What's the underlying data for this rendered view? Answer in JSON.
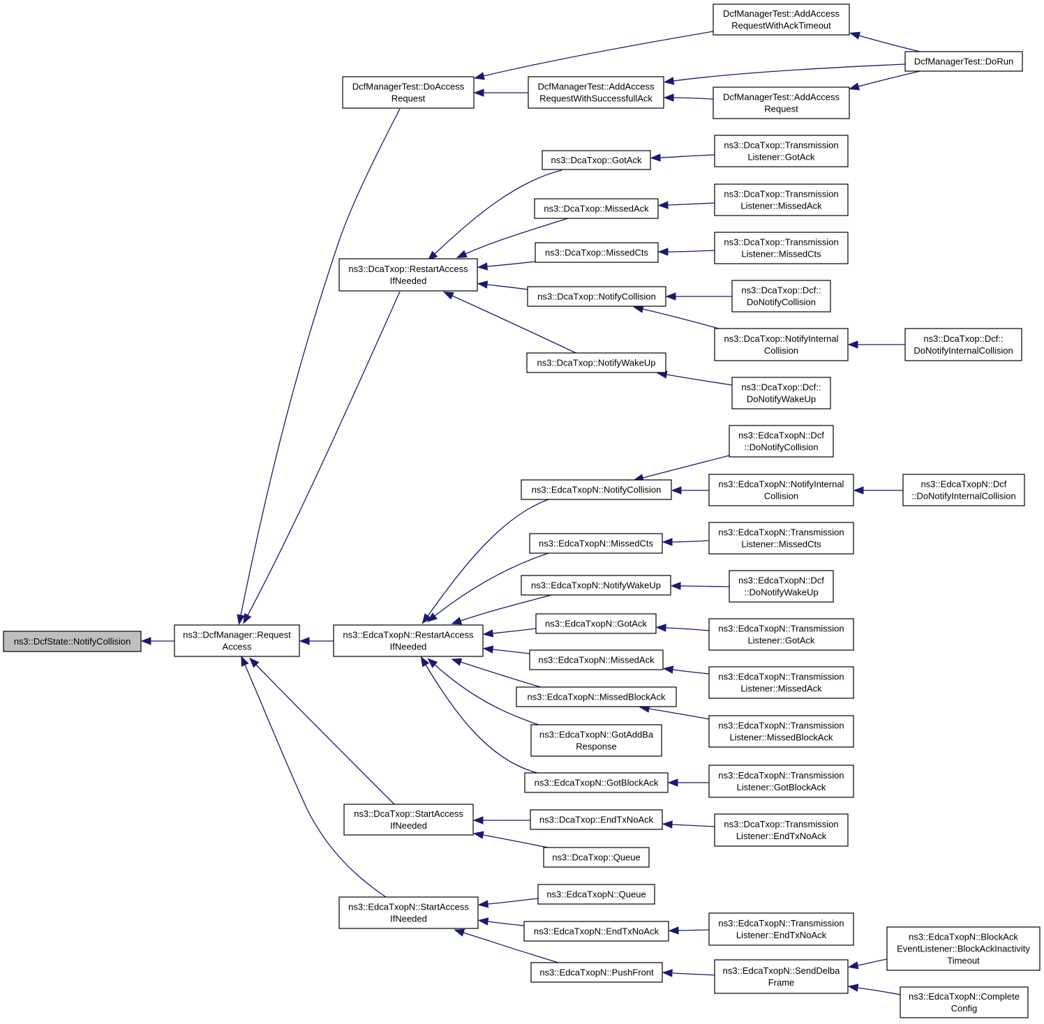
{
  "colors": {
    "edge": "#191970",
    "root_fill": "#bfbfbf",
    "node_fill": "#ffffff",
    "node_border": "#000000"
  },
  "nodes": [
    {
      "id": "root",
      "lines": [
        "ns3::DcfState::NotifyCollision"
      ]
    },
    {
      "id": "ra",
      "lines": [
        "ns3::DcfManager::Request",
        "Access"
      ]
    },
    {
      "id": "doar",
      "lines": [
        "DcfManagerTest::DoAccess",
        "Request"
      ]
    },
    {
      "id": "dcaRestart",
      "lines": [
        "ns3::DcaTxop::RestartAccess",
        "IfNeeded"
      ]
    },
    {
      "id": "edcaRestart",
      "lines": [
        "ns3::EdcaTxopN::RestartAccess",
        "IfNeeded"
      ]
    },
    {
      "id": "dcaStart",
      "lines": [
        "ns3::DcaTxop::StartAccess",
        "IfNeeded"
      ]
    },
    {
      "id": "edcaStart",
      "lines": [
        "ns3::EdcaTxopN::StartAccess",
        "IfNeeded"
      ]
    },
    {
      "id": "addAckTimeout",
      "lines": [
        "DcfManagerTest::AddAccess",
        "RequestWithAckTimeout"
      ]
    },
    {
      "id": "addSuccAck",
      "lines": [
        "DcfManagerTest::AddAccess",
        "RequestWithSuccessfullAck"
      ]
    },
    {
      "id": "addReq",
      "lines": [
        "DcfManagerTest::AddAccess",
        "Request"
      ]
    },
    {
      "id": "doRun",
      "lines": [
        "DcfManagerTest::DoRun"
      ]
    },
    {
      "id": "dcaGotAck",
      "lines": [
        "ns3::DcaTxop::GotAck"
      ]
    },
    {
      "id": "dcaMissedAck",
      "lines": [
        "ns3::DcaTxop::MissedAck"
      ]
    },
    {
      "id": "dcaMissedCts",
      "lines": [
        "ns3::DcaTxop::MissedCts"
      ]
    },
    {
      "id": "dcaNotifyCollision",
      "lines": [
        "ns3::DcaTxop::NotifyCollision"
      ]
    },
    {
      "id": "dcaNotifyWakeUp",
      "lines": [
        "ns3::DcaTxop::NotifyWakeUp"
      ]
    },
    {
      "id": "dcaTlGotAck",
      "lines": [
        "ns3::DcaTxop::Transmission",
        "Listener::GotAck"
      ]
    },
    {
      "id": "dcaTlMissedAck",
      "lines": [
        "ns3::DcaTxop::Transmission",
        "Listener::MissedAck"
      ]
    },
    {
      "id": "dcaTlMissedCts",
      "lines": [
        "ns3::DcaTxop::Transmission",
        "Listener::MissedCts"
      ]
    },
    {
      "id": "dcaDcfDoNotifyCollision",
      "lines": [
        "ns3::DcaTxop::Dcf::",
        "DoNotifyCollision"
      ]
    },
    {
      "id": "dcaNotifyInternalCollision",
      "lines": [
        "ns3::DcaTxop::NotifyInternal",
        "Collision"
      ]
    },
    {
      "id": "dcaDcfDoNotifyInternalCollision",
      "lines": [
        "ns3::DcaTxop::Dcf::",
        "DoNotifyInternalCollision"
      ]
    },
    {
      "id": "dcaDcfDoNotifyWakeUp",
      "lines": [
        "ns3::DcaTxop::Dcf::",
        "DoNotifyWakeUp"
      ]
    },
    {
      "id": "edcaDcfDoNotifyCollision",
      "lines": [
        "ns3::EdcaTxopN::Dcf",
        "::DoNotifyCollision"
      ]
    },
    {
      "id": "edcaNotifyCollision",
      "lines": [
        "ns3::EdcaTxopN::NotifyCollision"
      ]
    },
    {
      "id": "edcaNotifyInternalCollision",
      "lines": [
        "ns3::EdcaTxopN::NotifyInternal",
        "Collision"
      ]
    },
    {
      "id": "edcaDcfDoNotifyInternalCollision",
      "lines": [
        "ns3::EdcaTxopN::Dcf",
        "::DoNotifyInternalCollision"
      ]
    },
    {
      "id": "edcaMissedCts",
      "lines": [
        "ns3::EdcaTxopN::MissedCts"
      ]
    },
    {
      "id": "edcaTlMissedCts",
      "lines": [
        "ns3::EdcaTxopN::Transmission",
        "Listener::MissedCts"
      ]
    },
    {
      "id": "edcaNotifyWakeUp",
      "lines": [
        "ns3::EdcaTxopN::NotifyWakeUp"
      ]
    },
    {
      "id": "edcaDcfDoNotifyWakeUp",
      "lines": [
        "ns3::EdcaTxopN::Dcf",
        "::DoNotifyWakeUp"
      ]
    },
    {
      "id": "edcaGotAck",
      "lines": [
        "ns3::EdcaTxopN::GotAck"
      ]
    },
    {
      "id": "edcaTlGotAck",
      "lines": [
        "ns3::EdcaTxopN::Transmission",
        "Listener::GotAck"
      ]
    },
    {
      "id": "edcaMissedAck",
      "lines": [
        "ns3::EdcaTxopN::MissedAck"
      ]
    },
    {
      "id": "edcaTlMissedAck",
      "lines": [
        "ns3::EdcaTxopN::Transmission",
        "Listener::MissedAck"
      ]
    },
    {
      "id": "edcaMissedBlockAck",
      "lines": [
        "ns3::EdcaTxopN::MissedBlockAck"
      ]
    },
    {
      "id": "edcaTlMissedBlockAck",
      "lines": [
        "ns3::EdcaTxopN::Transmission",
        "Listener::MissedBlockAck"
      ]
    },
    {
      "id": "edcaGotAddBaResponse",
      "lines": [
        "ns3::EdcaTxopN::GotAddBa",
        "Response"
      ]
    },
    {
      "id": "edcaGotBlockAck",
      "lines": [
        "ns3::EdcaTxopN::GotBlockAck"
      ]
    },
    {
      "id": "edcaTlGotBlockAck",
      "lines": [
        "ns3::EdcaTxopN::Transmission",
        "Listener::GotBlockAck"
      ]
    },
    {
      "id": "dcaEndTxNoAck",
      "lines": [
        "ns3::DcaTxop::EndTxNoAck"
      ]
    },
    {
      "id": "dcaTlEndTxNoAck",
      "lines": [
        "ns3::DcaTxop::Transmission",
        "Listener::EndTxNoAck"
      ]
    },
    {
      "id": "dcaQueue",
      "lines": [
        "ns3::DcaTxop::Queue"
      ]
    },
    {
      "id": "edcaQueue",
      "lines": [
        "ns3::EdcaTxopN::Queue"
      ]
    },
    {
      "id": "edcaEndTxNoAck",
      "lines": [
        "ns3::EdcaTxopN::EndTxNoAck"
      ]
    },
    {
      "id": "edcaTlEndTxNoAck",
      "lines": [
        "ns3::EdcaTxopN::Transmission",
        "Listener::EndTxNoAck"
      ]
    },
    {
      "id": "edcaPushFront",
      "lines": [
        "ns3::EdcaTxopN::PushFront"
      ]
    },
    {
      "id": "edcaSendDelbaFrame",
      "lines": [
        "ns3::EdcaTxopN::SendDelba",
        "Frame"
      ]
    },
    {
      "id": "edcaBlockAckInactivity",
      "lines": [
        "ns3::EdcaTxopN::BlockAck",
        "EventListener::BlockAckInactivity",
        "Timeout"
      ]
    },
    {
      "id": "edcaCompleteConfig",
      "lines": [
        "ns3::EdcaTxopN::Complete",
        "Config"
      ]
    }
  ],
  "edges": [
    {
      "from": "ra",
      "to": "root"
    },
    {
      "from": "doar",
      "to": "ra"
    },
    {
      "from": "dcaRestart",
      "to": "ra"
    },
    {
      "from": "edcaRestart",
      "to": "ra"
    },
    {
      "from": "dcaStart",
      "to": "ra"
    },
    {
      "from": "edcaStart",
      "to": "ra"
    },
    {
      "from": "addAckTimeout",
      "to": "doar"
    },
    {
      "from": "addSuccAck",
      "to": "doar"
    },
    {
      "from": "doRun",
      "to": "addAckTimeout"
    },
    {
      "from": "doRun",
      "to": "addSuccAck"
    },
    {
      "from": "addReq",
      "to": "addSuccAck"
    },
    {
      "from": "doRun",
      "to": "addReq"
    },
    {
      "from": "dcaGotAck",
      "to": "dcaRestart"
    },
    {
      "from": "dcaMissedAck",
      "to": "dcaRestart"
    },
    {
      "from": "dcaMissedCts",
      "to": "dcaRestart"
    },
    {
      "from": "dcaNotifyCollision",
      "to": "dcaRestart"
    },
    {
      "from": "dcaNotifyWakeUp",
      "to": "dcaRestart"
    },
    {
      "from": "dcaTlGotAck",
      "to": "dcaGotAck"
    },
    {
      "from": "dcaTlMissedAck",
      "to": "dcaMissedAck"
    },
    {
      "from": "dcaTlMissedCts",
      "to": "dcaMissedCts"
    },
    {
      "from": "dcaDcfDoNotifyCollision",
      "to": "dcaNotifyCollision"
    },
    {
      "from": "dcaNotifyInternalCollision",
      "to": "dcaNotifyCollision"
    },
    {
      "from": "dcaDcfDoNotifyInternalCollision",
      "to": "dcaNotifyInternalCollision"
    },
    {
      "from": "dcaDcfDoNotifyWakeUp",
      "to": "dcaNotifyWakeUp"
    },
    {
      "from": "edcaNotifyCollision",
      "to": "edcaRestart"
    },
    {
      "from": "edcaMissedCts",
      "to": "edcaRestart"
    },
    {
      "from": "edcaNotifyWakeUp",
      "to": "edcaRestart"
    },
    {
      "from": "edcaGotAck",
      "to": "edcaRestart"
    },
    {
      "from": "edcaMissedAck",
      "to": "edcaRestart"
    },
    {
      "from": "edcaMissedBlockAck",
      "to": "edcaRestart"
    },
    {
      "from": "edcaGotAddBaResponse",
      "to": "edcaRestart"
    },
    {
      "from": "edcaGotBlockAck",
      "to": "edcaRestart"
    },
    {
      "from": "edcaDcfDoNotifyCollision",
      "to": "edcaNotifyCollision"
    },
    {
      "from": "edcaNotifyInternalCollision",
      "to": "edcaNotifyCollision"
    },
    {
      "from": "edcaDcfDoNotifyInternalCollision",
      "to": "edcaNotifyInternalCollision"
    },
    {
      "from": "edcaTlMissedCts",
      "to": "edcaMissedCts"
    },
    {
      "from": "edcaDcfDoNotifyWakeUp",
      "to": "edcaNotifyWakeUp"
    },
    {
      "from": "edcaTlGotAck",
      "to": "edcaGotAck"
    },
    {
      "from": "edcaTlMissedAck",
      "to": "edcaMissedAck"
    },
    {
      "from": "edcaTlMissedBlockAck",
      "to": "edcaMissedBlockAck"
    },
    {
      "from": "edcaTlGotBlockAck",
      "to": "edcaGotBlockAck"
    },
    {
      "from": "dcaEndTxNoAck",
      "to": "dcaStart"
    },
    {
      "from": "dcaQueue",
      "to": "dcaStart"
    },
    {
      "from": "dcaTlEndTxNoAck",
      "to": "dcaEndTxNoAck"
    },
    {
      "from": "edcaQueue",
      "to": "edcaStart"
    },
    {
      "from": "edcaEndTxNoAck",
      "to": "edcaStart"
    },
    {
      "from": "edcaPushFront",
      "to": "edcaStart"
    },
    {
      "from": "edcaTlEndTxNoAck",
      "to": "edcaEndTxNoAck"
    },
    {
      "from": "edcaSendDelbaFrame",
      "to": "edcaPushFront"
    },
    {
      "from": "edcaBlockAckInactivity",
      "to": "edcaSendDelbaFrame"
    },
    {
      "from": "edcaCompleteConfig",
      "to": "edcaSendDelbaFrame"
    }
  ]
}
